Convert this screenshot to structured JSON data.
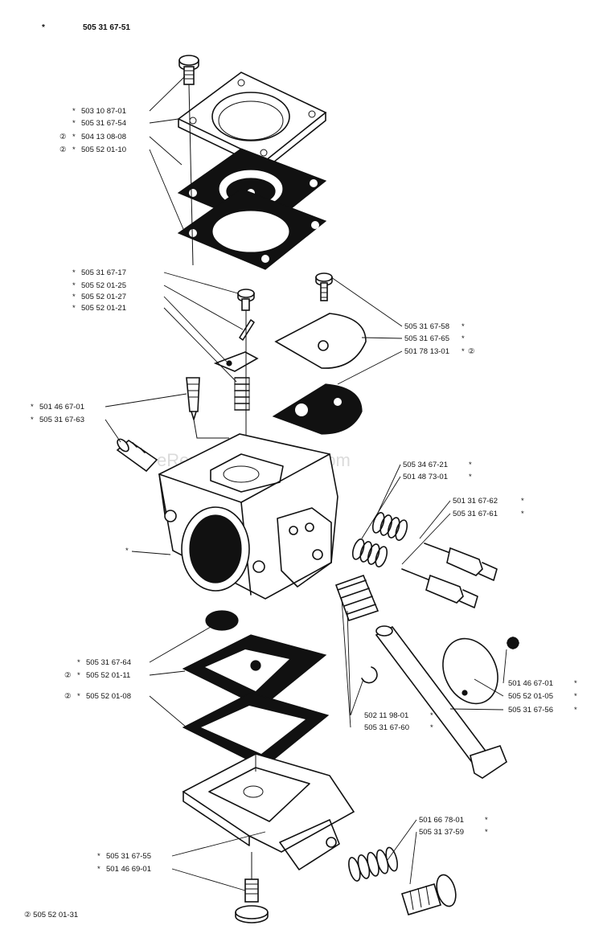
{
  "header": {
    "star": "*",
    "assembly_number": "505 31 67-51"
  },
  "watermark": "eReplacementParts.com",
  "labels": {
    "l1": "503 10 87-01",
    "l2": "505 31 67-54",
    "l3": "504 13 08-08",
    "l4": "505 52 01-10",
    "l5": "505 31 67-17",
    "l6": "505 52 01-25",
    "l7": "505 52 01-27",
    "l8": "505 52 01-21",
    "l9": "505 31 67-58",
    "l10": "505 31 67-65",
    "l11": "501 78 13-01",
    "l12": "501 46 67-01",
    "l13": "505 31 67-63",
    "l14": "505 34 67-21",
    "l15": "501 48 73-01",
    "l16": "501 31 67-62",
    "l17": "505 31 67-61",
    "l18": "505 31 67-64",
    "l19": "505 52 01-11",
    "l20": "505 52 01-08",
    "l21": "501 46 67-01",
    "l22": "505 52 01-05",
    "l23": "505 31 67-56",
    "l24": "502 11 98-01",
    "l25": "505 31 67-60",
    "l26": "501 66 78-01",
    "l27": "505 31 37-59",
    "l28": "505 31 67-55",
    "l29": "501 46 69-01",
    "body_marker": "*",
    "footnote": "② 505 52 01-31"
  },
  "marks": {
    "star": "*",
    "kit": "②"
  }
}
